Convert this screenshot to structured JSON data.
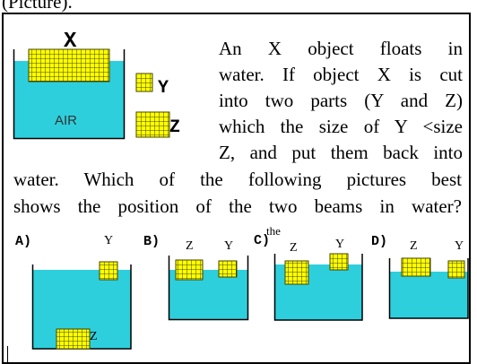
{
  "cut_title": "(Picture).",
  "question_lines": [
    "An X object floats in",
    "water. If object X is cut",
    "into two parts (Y and Z)",
    "which the size of Y <size",
    "Z, and put them back into",
    "water. Which of the following pictures best",
    "shows the position of the two beams in water?"
  ],
  "overlap_word": "the",
  "main_figure": {
    "object_label": "X",
    "container_label": "AIR"
  },
  "legend": {
    "small_label": "Y",
    "large_label": "Z"
  },
  "options": [
    {
      "letter": "A)",
      "y_label": "Y",
      "z_label": "Z"
    },
    {
      "letter": "B)",
      "y_label": "Y",
      "z_label": "Z"
    },
    {
      "letter": "C)",
      "y_label": "Y",
      "z_label": "Z"
    },
    {
      "letter": "D)",
      "y_label": "Y",
      "z_label": "Z"
    }
  ],
  "colors": {
    "water": "#2ecfdc",
    "block_fill": "#ffff00",
    "block_grid": "#444400",
    "frame": "#000000"
  }
}
